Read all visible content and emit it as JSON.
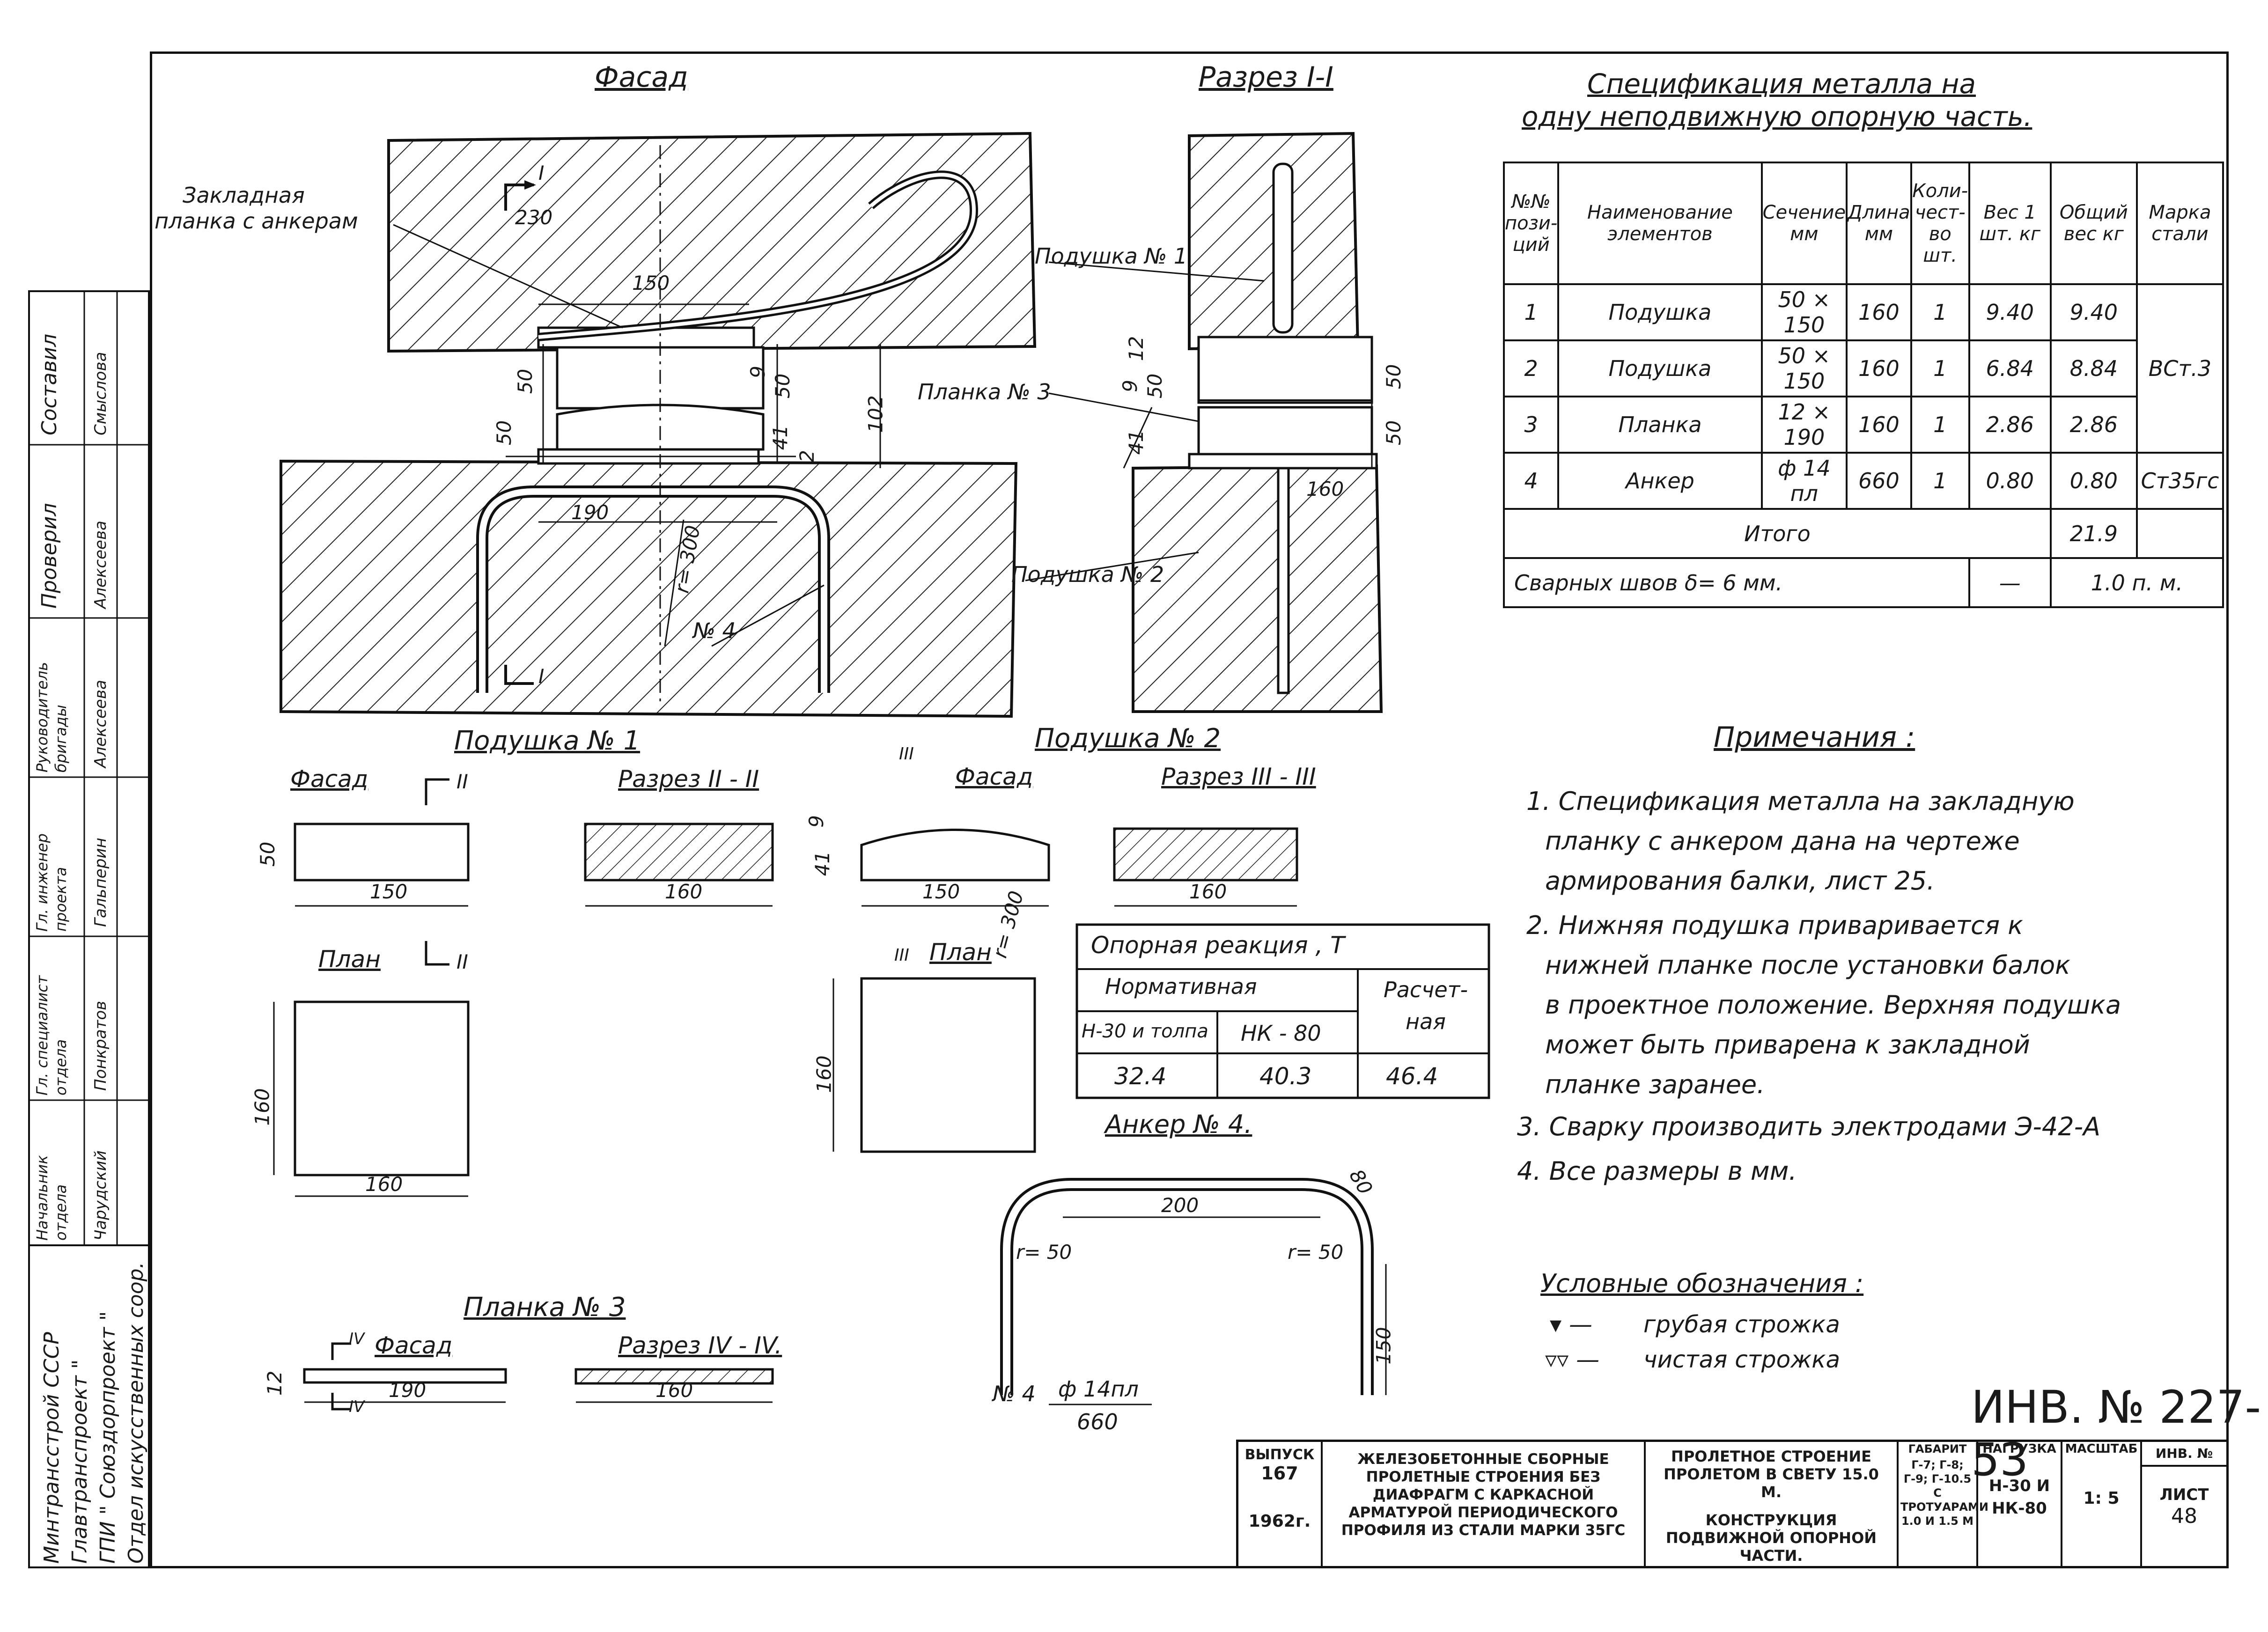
{
  "views": {
    "facade_title": "Фасад",
    "section_title": "Разрез I-I",
    "embedded_plate_label_1": "Закладная",
    "embedded_plate_label_2": "планка с анкерам",
    "pad1_label": "Подушка № 1",
    "pad2_label": "Подушка № 2",
    "plate3_label": "Планка № 3",
    "anchor_label": "№ 4",
    "section_marker": "I",
    "dims": {
      "d230": "230",
      "d150": "150",
      "d50a": "50",
      "d50b": "50",
      "d9": "9",
      "d50c": "50",
      "d41": "41",
      "d102": "102",
      "d190": "190",
      "dr300": "r= 300",
      "d2": "2",
      "d12": "12",
      "d9b": "9",
      "d50d": "50",
      "d41b": "41",
      "d50e": "50",
      "d50f": "50",
      "d160": "160"
    }
  },
  "spec": {
    "title_line1": "Спецификация  металла  на",
    "title_line2": "одну  неподвижную  опорную  часть.",
    "headers": [
      "№№ пози-ций",
      "Наименование элементов",
      "Сечение мм",
      "Длина мм",
      "Коли-чест-во шт.",
      "Вес 1 шт. кг",
      "Общий вес кг",
      "Марка стали"
    ],
    "rows": [
      [
        "1",
        "Подушка",
        "50 × 150",
        "160",
        "1",
        "9.40",
        "9.40"
      ],
      [
        "2",
        "Подушка",
        "50 × 150",
        "160",
        "1",
        "6.84",
        "8.84"
      ],
      [
        "3",
        "Планка",
        "12 × 190",
        "160",
        "1",
        "2.86",
        "2.86"
      ],
      [
        "4",
        "Анкер",
        "ф 14 пл",
        "660",
        "1",
        "0.80",
        "0.80"
      ]
    ],
    "steel_mark_1": "ВСт.3",
    "steel_mark_2": "Ст35гс",
    "total_label": "Итого",
    "total_value": "21.9",
    "welds_label": "Сварных  швов  δ= 6  мм.",
    "welds_dash": "—",
    "welds_value": "1.0 п. м."
  },
  "notes": {
    "title": "Примечания :",
    "lines": [
      "1. Спецификация  металла  на  закладную",
      "планку  с  анкером   дана  на  чертеже",
      "армирования   балки,  лист 25.",
      "2. Нижняя   подушка   приваривается  к",
      "нижней  планке  после  установки  балок",
      "в  проектное  положение.  Верхняя  подушка",
      "может  быть  приварена  к  закладной",
      "планке   заранее.",
      "3.  Сварку  производить   электродами  Э-42-А",
      "4.  Все   размеры   в    мм."
    ]
  },
  "legend": {
    "title": "Условные   обозначения :",
    "items": [
      {
        "sym": "▾ —",
        "text": "грубая   строжка"
      },
      {
        "sym": "▿▿ —",
        "text": "чистая   строжка"
      }
    ]
  },
  "pad1": {
    "title": "Подушка  № 1",
    "facade": "Фасад",
    "section": "Разрез  II - II",
    "plan": "План",
    "marker": "II",
    "d50": "50",
    "d150": "150",
    "d160a": "160",
    "d160b": "160",
    "d160c": "160"
  },
  "pad2": {
    "title": "Подушка  № 2",
    "facade": "Фасад",
    "section": "Разрез  III - III",
    "plan": "План",
    "marker": "III",
    "d9": "9",
    "d41": "41",
    "d150": "150",
    "dr300": "r= 300",
    "d160a": "160",
    "d160b": "160"
  },
  "reaction": {
    "header": "Опорная   реакция  ,      Т",
    "normative": "Нормативная",
    "calc": "Расчет-ная",
    "col1": "Н-30 и толпа",
    "col2": "НК - 80",
    "v1": "32.4",
    "v2": "40.3",
    "v3": "46.4"
  },
  "anchor": {
    "title": "Анкер  № 4.",
    "d200": "200",
    "d80": "80",
    "r50a": "r= 50",
    "r50b": "r= 50",
    "d150": "150",
    "label": "№ 4",
    "spec_top": "ф 14пл",
    "spec_bottom": "660"
  },
  "plate3": {
    "title": "Планка  № 3",
    "facade": "Фасад",
    "section": "Разрез  IV - IV.",
    "marker": "IV",
    "d12": "12",
    "d190": "190",
    "d160": "160"
  },
  "sidebar": {
    "roles": [
      "Составил",
      "Проверил",
      "Руководитель бригады",
      "Гл. инженер проекта",
      "Гл. специалист отдела",
      "Начальник отдела"
    ],
    "names": [
      "Смыслова",
      "Алексеева",
      "Алексеева",
      "Гальперин",
      "Понкратов",
      "Чарудский"
    ],
    "org1": "Минтрансстрой  СССР",
    "org2": "Главтранспроект \"",
    "org3": "ГПИ  \" Союздорпроект \"",
    "org4": "Отдел  искусственных  соор."
  },
  "stamp": {
    "doc_no": "ИНВ. № 227-53",
    "issue_label": "ВЫПУСК",
    "issue_no": "167",
    "year": "1962г.",
    "desc": "ЖЕЛЕЗОБЕТОННЫЕ СБОРНЫЕ ПРОЛЕТНЫЕ СТРОЕНИЯ БЕЗ ДИАФРАГМ С КАРКАСНОЙ АРМАТУРОЙ ПЕРИОДИЧЕСКОГО ПРОФИЛЯ ИЗ СТАЛИ МАРКИ 35ГС",
    "span": "ПРОЛЕТНОЕ СТРОЕНИЕ ПРОЛЕТОМ В СВЕТУ 15.0 М.",
    "construction": "КОНСТРУКЦИЯ ПОДВИЖНОЙ ОПОРНОЙ ЧАСТИ.",
    "gabarit_label": "ГАБАРИТ",
    "gabarit": "Г-7; Г-8; Г-9; Г-10.5 С ТРОТУАРАМИ 1.0 И 1.5 М",
    "load_label": "НАГРУЗКА",
    "load": "Н-30 И НК-80",
    "scale_label": "МАСШТАБ",
    "scale": "1: 5",
    "inv_label": "ИНВ. №",
    "sheet_label": "ЛИСТ",
    "sheet": "48"
  }
}
